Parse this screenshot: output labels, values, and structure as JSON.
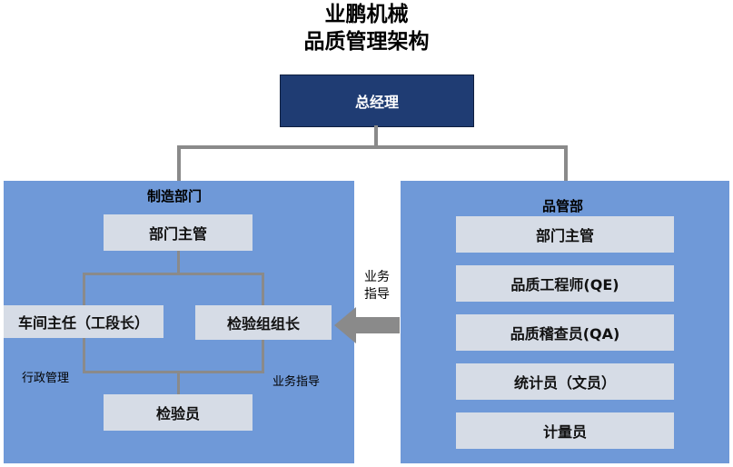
{
  "title": {
    "line1": "业鹏机械",
    "line2": "品质管理架构"
  },
  "top": {
    "label": "总经理"
  },
  "manufacturing": {
    "label": "制造部门",
    "head": "部门主管",
    "workshop": "车间主任（工段长）",
    "inspection_lead": "检验组组长",
    "inspector": "检验员",
    "left_line_label": "行政管理",
    "right_line_label": "业务指导"
  },
  "quality": {
    "label": "品管部",
    "items": [
      "部门主管",
      "品质工程师(QE)",
      "品质稽查员(QA)",
      "统计员（文员）",
      "计量员"
    ]
  },
  "arrow_label": {
    "line1": "业务",
    "line2": "指导"
  },
  "colors": {
    "panel": "#6f99d8",
    "box": "#d6dce6",
    "top_box": "#1f3c73",
    "connector": "#8a8a8a"
  }
}
